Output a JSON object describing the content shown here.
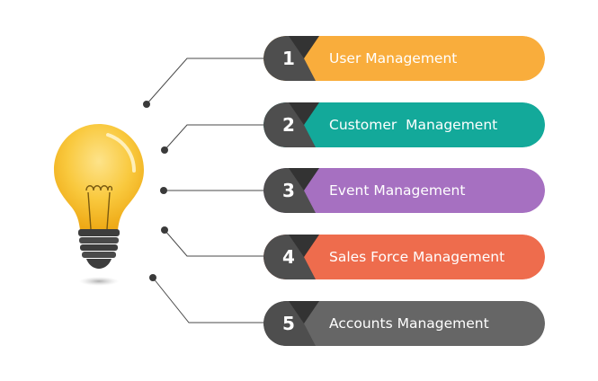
{
  "items": [
    {
      "number": "1",
      "label": "User Management",
      "color": "#f9ad3c"
    },
    {
      "number": "2",
      "label": "Customer  Management",
      "color": "#13a99a"
    },
    {
      "number": "3",
      "label": "Event Management",
      "color": "#a670c1"
    },
    {
      "number": "4",
      "label": "Sales Force Management",
      "color": "#ee6c4d"
    },
    {
      "number": "5",
      "label": "Accounts Management",
      "color": "#666666"
    }
  ],
  "colors": {
    "number_block": "#4e4e4e",
    "connector": "#4a4a4a",
    "bulb_glass": "#f9c93e",
    "bulb_base": "#3d3d3d"
  },
  "icons": {
    "bulb": "lightbulb-icon"
  }
}
